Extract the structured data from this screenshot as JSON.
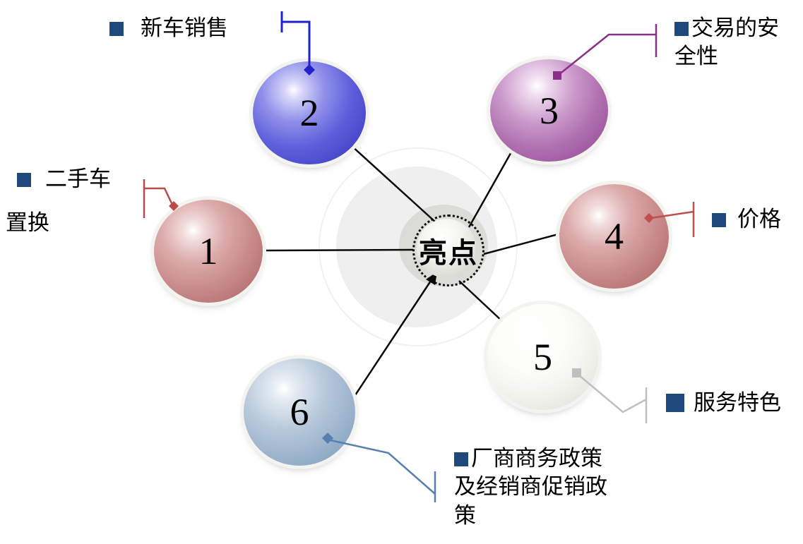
{
  "center": {
    "label": "亮点"
  },
  "bullet_color": "#1f497d",
  "line_color": "#0a0a0a",
  "nodes": [
    {
      "number": "1",
      "label": "二手车置换",
      "lines": [
        "二手车",
        "置换"
      ],
      "sphere_color": "#cb8f8f",
      "callout_color": "#b94b48"
    },
    {
      "number": "2",
      "label": "新车销售",
      "lines": [
        "新车销售"
      ],
      "sphere_color": "#6060dc",
      "callout_color": "#2222cc"
    },
    {
      "number": "3",
      "label": "交易的安全性",
      "lines": [
        "交易的安",
        "全性"
      ],
      "sphere_color": "#b071b0",
      "callout_color": "#8b2f8b"
    },
    {
      "number": "4",
      "label": "价格",
      "lines": [
        "价格"
      ],
      "sphere_color": "#cb8f8f",
      "callout_color": "#c0504d"
    },
    {
      "number": "5",
      "label": "服务特色",
      "lines": [
        "服务特色"
      ],
      "sphere_color": "#f1f1ec",
      "callout_color": "#bfbfbf"
    },
    {
      "number": "6",
      "label": "厂商商务政策及经销商促销政策",
      "lines": [
        "厂商商务政策",
        "及经销商促销政",
        "策"
      ],
      "sphere_color": "#9db4cd",
      "callout_color": "#5580b0"
    }
  ]
}
